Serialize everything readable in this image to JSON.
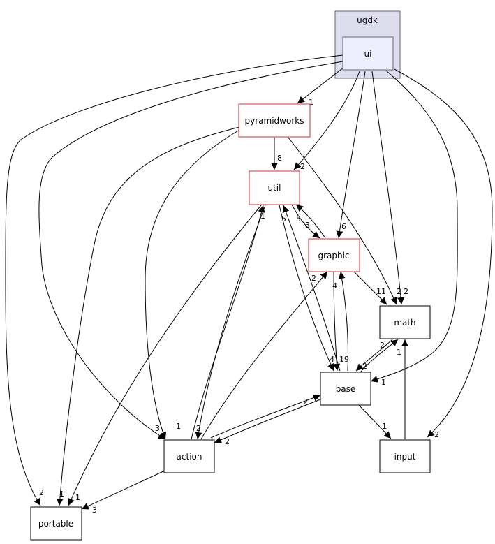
{
  "diagram": {
    "cluster": {
      "label": "ugdk",
      "fill": "#ddddee",
      "stroke": "#666666"
    },
    "nodes": {
      "ui": {
        "label": "ui",
        "fill": "#eeeeff",
        "stroke": "#666666"
      },
      "pyramidworks": {
        "label": "pyramidworks",
        "fill": "#ffffff",
        "stroke": "#cc3333"
      },
      "util": {
        "label": "util",
        "fill": "#ffffff",
        "stroke": "#cc3333"
      },
      "graphic": {
        "label": "graphic",
        "fill": "#ffffff",
        "stroke": "#cc3333"
      },
      "math": {
        "label": "math",
        "fill": "#ffffff",
        "stroke": "#000000"
      },
      "base": {
        "label": "base",
        "fill": "#ffffff",
        "stroke": "#000000"
      },
      "action": {
        "label": "action",
        "fill": "#ffffff",
        "stroke": "#000000"
      },
      "input": {
        "label": "input",
        "fill": "#ffffff",
        "stroke": "#000000"
      },
      "portable": {
        "label": "portable",
        "fill": "#ffffff",
        "stroke": "#000000"
      }
    },
    "edges": [
      {
        "from": "ui",
        "to": "pyramidworks",
        "label": "1"
      },
      {
        "from": "ui",
        "to": "util",
        "label": "2"
      },
      {
        "from": "ui",
        "to": "graphic",
        "label": "6"
      },
      {
        "from": "ui",
        "to": "math",
        "label": "2"
      },
      {
        "from": "ui",
        "to": "base",
        "label": "1"
      },
      {
        "from": "ui",
        "to": "input",
        "label": "2"
      },
      {
        "from": "ui",
        "to": "action",
        "label": "3"
      },
      {
        "from": "ui",
        "to": "portable",
        "label": "2"
      },
      {
        "from": "pyramidworks",
        "to": "util",
        "label": "8"
      },
      {
        "from": "pyramidworks",
        "to": "math",
        "label": "2"
      },
      {
        "from": "pyramidworks",
        "to": "action",
        "label": "1"
      },
      {
        "from": "pyramidworks",
        "to": "portable",
        "label": "1"
      },
      {
        "from": "util",
        "to": "graphic",
        "label": "3"
      },
      {
        "from": "util",
        "to": "base",
        "label": "4"
      },
      {
        "from": "util",
        "to": "action",
        "label": "2"
      },
      {
        "from": "util",
        "to": "portable",
        "label": "1"
      },
      {
        "from": "graphic",
        "to": "util",
        "label": "5"
      },
      {
        "from": "graphic",
        "to": "math",
        "label": "11"
      },
      {
        "from": "graphic",
        "to": "base",
        "label": "4"
      },
      {
        "from": "base",
        "to": "util",
        "label": "5"
      },
      {
        "from": "base",
        "to": "graphic",
        "label": "19"
      },
      {
        "from": "base",
        "to": "math",
        "label": "2"
      },
      {
        "from": "base",
        "to": "action",
        "label": "2"
      },
      {
        "from": "base",
        "to": "input",
        "label": "1"
      },
      {
        "from": "math",
        "to": "base",
        "label": "2"
      },
      {
        "from": "action",
        "to": "util",
        "label": "1"
      },
      {
        "from": "action",
        "to": "graphic",
        "label": "2"
      },
      {
        "from": "action",
        "to": "base",
        "label": "2"
      },
      {
        "from": "action",
        "to": "portable",
        "label": "3"
      },
      {
        "from": "input",
        "to": "math",
        "label": "1"
      }
    ]
  }
}
